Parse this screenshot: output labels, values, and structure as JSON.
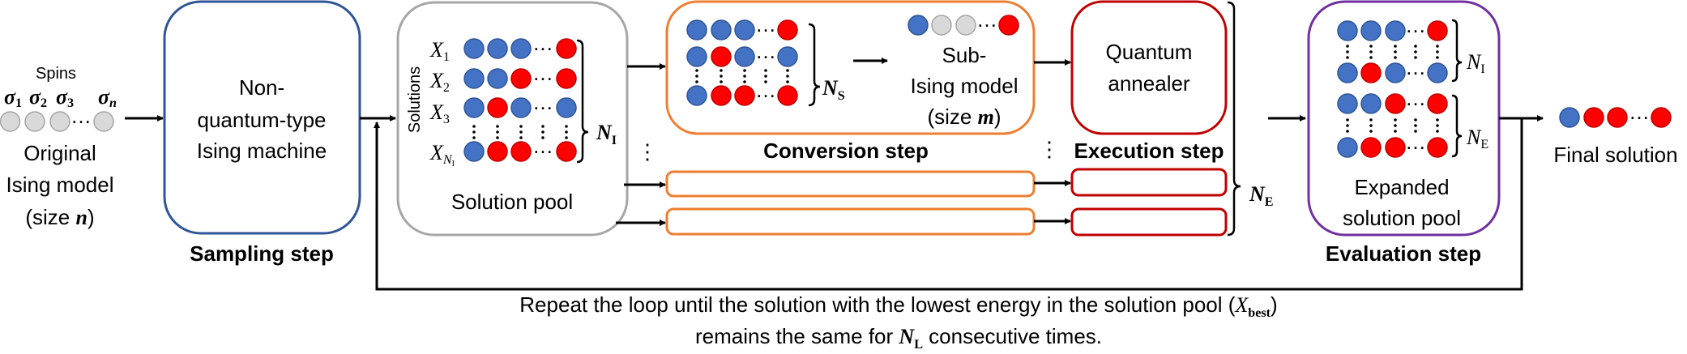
{
  "colors": {
    "b": {
      "fill": "#4472c4",
      "stroke": "#2f5597"
    },
    "r": {
      "fill": "#ff0000",
      "stroke": "#c00000"
    },
    "g": {
      "fill": "#d9d9d9",
      "stroke": "#a6a6a6"
    },
    "sampling_border": "#2f5597",
    "pool_border": "#a6a6a6",
    "conversion_border": "#ed7d31",
    "execution_border": "#c00000",
    "evaluation_border": "#7030a0"
  },
  "original": {
    "spins_label": "Spins",
    "spin_symbols": [
      {
        "sym": "σ",
        "sub": "1"
      },
      {
        "sym": "σ",
        "sub": "2"
      },
      {
        "sym": "σ",
        "sub": "3"
      },
      {
        "sym": "σ",
        "sub": "n"
      }
    ],
    "spins": [
      [
        "g",
        "g",
        "g",
        "g"
      ]
    ],
    "label_line1": "Original",
    "label_line2": "Ising model",
    "label_line3_prefix": "(size ",
    "label_line3_var": "n",
    "label_line3_suffix": ")"
  },
  "sampling": {
    "box_line1": "Non-",
    "box_line2": "quantum-type",
    "box_line3": "Ising machine",
    "step_label": "Sampling step"
  },
  "pool": {
    "axis_label": "Solutions",
    "row_labels": [
      {
        "sym": "X",
        "sub": "1"
      },
      {
        "sym": "X",
        "sub": "2"
      },
      {
        "sym": "X",
        "sub": "3"
      },
      {
        "sym": "X",
        "sub": "N",
        "subsub": "I"
      }
    ],
    "rows": [
      [
        "b",
        "b",
        "b",
        "r"
      ],
      [
        "b",
        "b",
        "r",
        "r"
      ],
      [
        "b",
        "r",
        "b",
        "b"
      ],
      [
        "b",
        "r",
        "r",
        "r"
      ]
    ],
    "brace_sym": "N",
    "brace_sub": "I",
    "label": "Solution pool"
  },
  "conversion": {
    "rows": [
      [
        "b",
        "b",
        "b",
        "r"
      ],
      [
        "b",
        "r",
        "b",
        "b"
      ],
      [
        "b",
        "r",
        "r",
        "r"
      ]
    ],
    "brace_sym": "N",
    "brace_sub": "S",
    "sub_model": [
      [
        "b",
        "g",
        "g",
        "r"
      ]
    ],
    "sub_line1": "Sub-",
    "sub_line2": "Ising model",
    "sub_line3_prefix": "(size ",
    "sub_line3_var": "m",
    "sub_line3_suffix": ")",
    "step_label": "Conversion step"
  },
  "execution": {
    "box_line1": "Quantum",
    "box_line2": "annealer",
    "step_label": "Execution step",
    "brace_sym": "N",
    "brace_sub": "E"
  },
  "evaluation": {
    "rows_top": [
      [
        "b",
        "b",
        "b",
        "r"
      ],
      [
        "b",
        "r",
        "b",
        "b"
      ]
    ],
    "rows_bottom": [
      [
        "b",
        "b",
        "r",
        "r"
      ],
      [
        "b",
        "r",
        "r",
        "r"
      ]
    ],
    "brace_top_sym": "N",
    "brace_top_sub": "I",
    "brace_bottom_sym": "N",
    "brace_bottom_sub": "E",
    "label_line1": "Expanded",
    "label_line2": "solution pool",
    "step_label": "Evaluation step"
  },
  "final": {
    "spins": [
      [
        "b",
        "r",
        "r",
        "r"
      ]
    ],
    "label": "Final solution"
  },
  "loop": {
    "line1_text": "Repeat the loop until the solution with the lowest energy in the solution pool (",
    "line1_sym": "X",
    "line1_sub": "best",
    "line1_end": ")",
    "line2_text": "remains the same for ",
    "line2_sym": "N",
    "line2_sub": "L",
    "line2_end": " consecutive times."
  },
  "ellipsis": "…",
  "vdots": "⋮"
}
